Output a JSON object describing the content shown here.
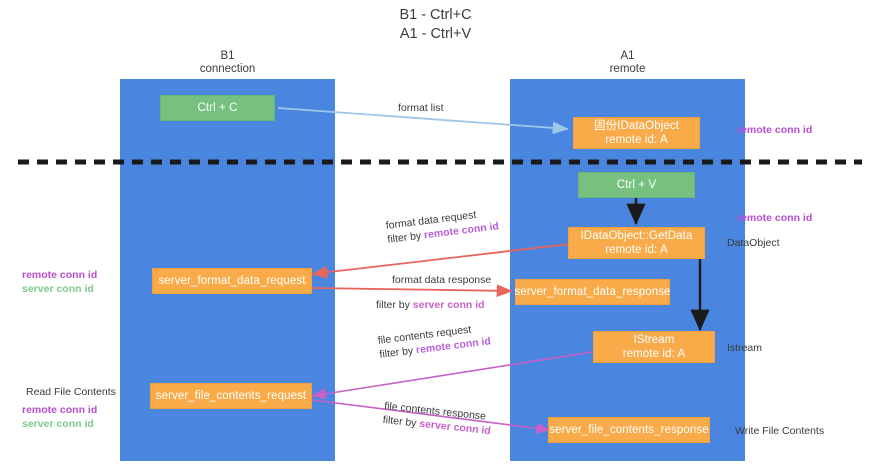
{
  "title": "B1 - Ctrl+C\nA1 - Ctrl+V",
  "colors": {
    "lane": "#4a86e0",
    "node_orange": "#f9ab49",
    "node_green": "#76c180",
    "purple": "#b84fd0",
    "green": "#7dc98a",
    "magenta": "#c760c7",
    "arrow_blue": "#9dc7ea",
    "arrow_red": "#e8655c",
    "arrow_black": "#1a1a1a",
    "divider": "#1a1a1a",
    "text": "#3b3b3b"
  },
  "lanes": [
    {
      "id": "b1",
      "title": "B1\nconnection"
    },
    {
      "id": "a1",
      "title": "A1\nremote"
    }
  ],
  "nodes": [
    {
      "id": "ctrl-c",
      "label": "Ctrl + C",
      "style": "green"
    },
    {
      "id": "idataobject-remote",
      "label": "固份IDataObject\nremote id: A",
      "style": "orange"
    },
    {
      "id": "ctrl-v",
      "label": "Ctrl + V",
      "style": "green"
    },
    {
      "id": "idataobject-getdata",
      "label": "IDataObject::GetData\nremote id: A",
      "style": "orange"
    },
    {
      "id": "server-format-data-request",
      "label": "server_format_data_request",
      "style": "orange"
    },
    {
      "id": "server-format-data-response",
      "label": "server_format_data_response",
      "style": "orange"
    },
    {
      "id": "istream",
      "label": "IStream\nremote id: A",
      "style": "orange"
    },
    {
      "id": "server-file-contents-request",
      "label": "server_file_contents_request",
      "style": "orange"
    },
    {
      "id": "server-file-contents-response",
      "label": "server_file_contents_response",
      "style": "orange"
    }
  ],
  "edge_labels": [
    {
      "id": "format-list",
      "line1": "format list",
      "line2": "",
      "line2_hl": ""
    },
    {
      "id": "format-data-request",
      "line1": "format data request",
      "line2": "filter by ",
      "line2_hl": "remote conn id"
    },
    {
      "id": "format-data-response",
      "line1": "format data response",
      "line2": "filter by ",
      "line2_hl": "server conn id"
    },
    {
      "id": "file-contents-request",
      "line1": "file contents request",
      "line2": "filter by ",
      "line2_hl": "remote conn id"
    },
    {
      "id": "file-contents-response",
      "line1": "file contents response",
      "line2": "filter by ",
      "line2_hl": "server conn id"
    }
  ],
  "side_labels": {
    "right_remote_conn_id_top": "remote conn id",
    "right_remote_conn_id_mid": "remote conn id",
    "right_dataobject": "DataObject",
    "right_istream": "Istream",
    "right_write_file_contents": "Write File Contents",
    "left_remote_conn_id": "remote conn id",
    "left_server_conn_id": "server conn id",
    "left_read_file_contents": "Read File Contents",
    "left_remote_conn_id_2": "remote conn id",
    "left_server_conn_id_2": "server conn id"
  }
}
